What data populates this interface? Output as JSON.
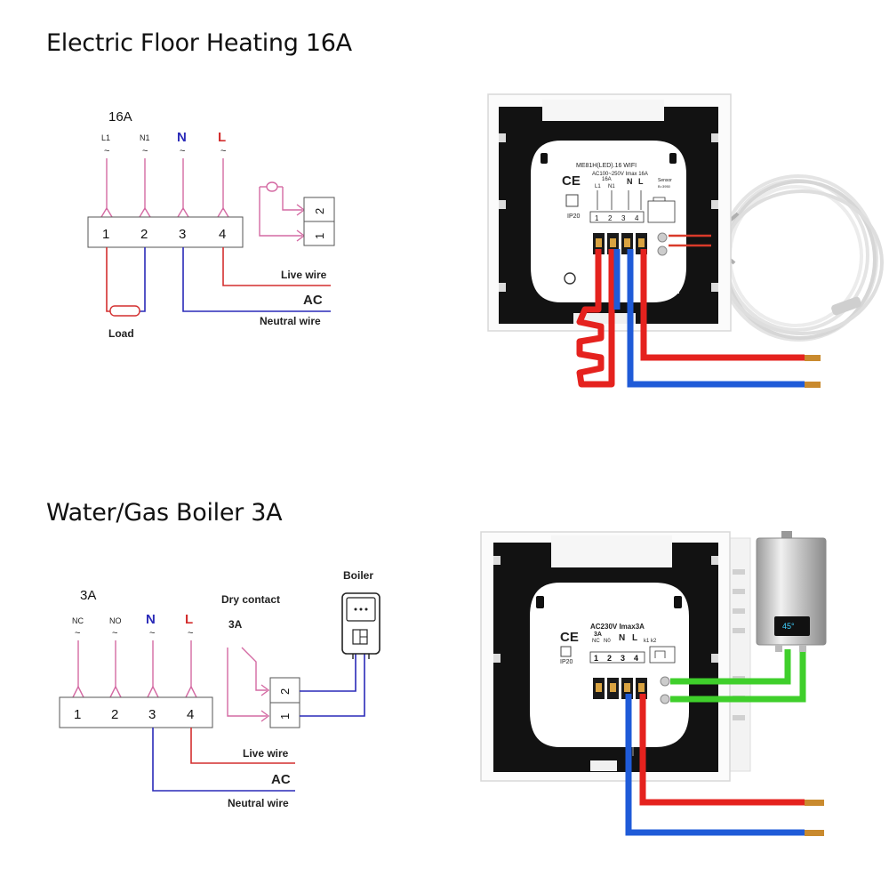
{
  "colors": {
    "live": "#d32f2f",
    "neutral": "#2a2ab8",
    "pink": "#d46aa3",
    "bright_red": "#e5221e",
    "bright_blue": "#1f5bd8",
    "green": "#3fcf2b",
    "copper": "#c98a2e"
  },
  "sections": [
    {
      "title": "Electric Floor Heating 16A",
      "rating": "16A",
      "terminals": [
        {
          "top": "L1",
          "num": "1"
        },
        {
          "top": "N1",
          "num": "2"
        },
        {
          "top": "N",
          "num": "3"
        },
        {
          "top": "L",
          "num": "4"
        }
      ],
      "tilde": "~",
      "sensor_terminals": [
        "2",
        "1"
      ],
      "load_label": "Load",
      "live_label": "Live wire",
      "ac_label": "AC",
      "neutral_label": "Neutral wire",
      "device": {
        "model": "ME81H(LED).16 WIFI",
        "spec": "AC100~250V  Imax 16A",
        "ce": "CE",
        "ip": "IP20",
        "rating": "16A",
        "term_labels": [
          "L1",
          "N1",
          "N",
          "L"
        ],
        "sensor_label": "Sensor",
        "sensor_spec": "B=3950",
        "numbers": [
          "1",
          "2",
          "3",
          "4"
        ]
      }
    },
    {
      "title": "Water/Gas Boiler 3A",
      "rating": "3A",
      "terminals": [
        {
          "top": "NC",
          "num": "1"
        },
        {
          "top": "NO",
          "num": "2"
        },
        {
          "top": "N",
          "num": "3"
        },
        {
          "top": "L",
          "num": "4"
        }
      ],
      "tilde": "~",
      "dry_contact_label": "Dry contact",
      "dry_rating": "3A",
      "boiler_label": "Boiler",
      "contact_terminals": [
        "2",
        "1"
      ],
      "live_label": "Live wire",
      "ac_label": "AC",
      "neutral_label": "Neutral wire",
      "device": {
        "spec": "AC230V  Imax3A",
        "ce": "CE",
        "ip": "IP20",
        "rating": "3A",
        "term_labels": [
          "NC",
          "N0",
          "N",
          "L"
        ],
        "aux_label": "k1 k2",
        "numbers": [
          "1",
          "2",
          "3",
          "4"
        ],
        "boiler_display": "45°"
      }
    }
  ]
}
